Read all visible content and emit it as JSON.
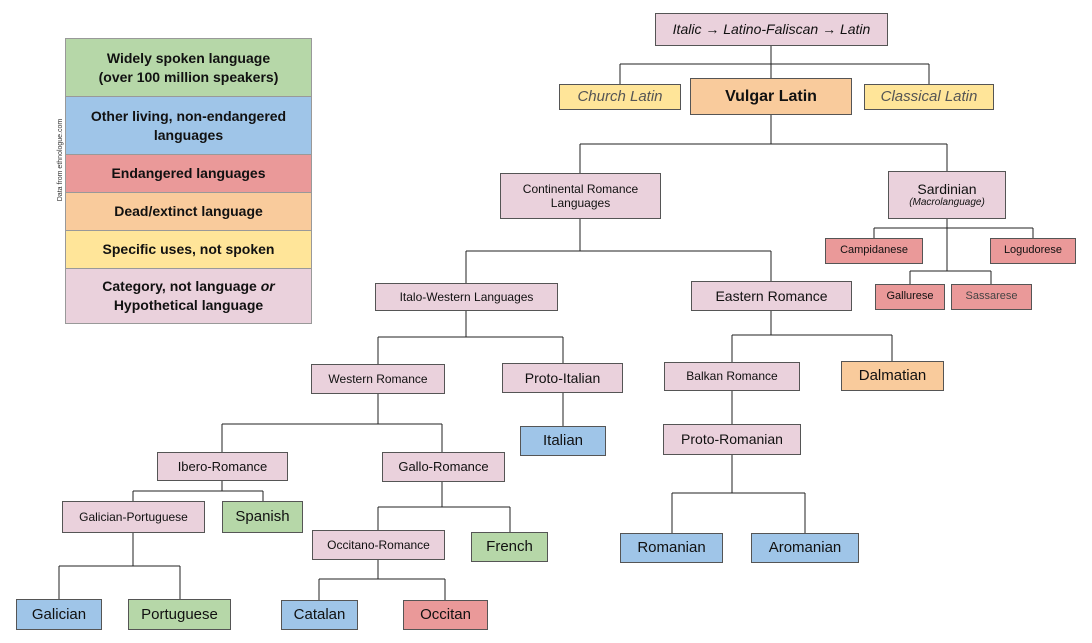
{
  "legend": {
    "wide": [
      "Widely spoken language",
      "(over 100 million speakers)"
    ],
    "living": [
      "Other living, non-endangered",
      "languages"
    ],
    "endangered": "Endangered languages",
    "dead": "Dead/extinct language",
    "specific": "Specific uses, not spoken",
    "category_a": "Category, not language ",
    "category_or": "or",
    "category_b": "Hypothetical language"
  },
  "source_note": "Data from ethnologue.com",
  "colors": {
    "widely_spoken": "#b6d7a8",
    "living": "#9fc5e8",
    "endangered": "#ea9999",
    "dead": "#f9cb9c",
    "specific_use": "#ffe599",
    "category": "#ead1dc"
  },
  "nodes": {
    "root": "Italic → Latino-Faliscan → Latin",
    "church_latin": "Church Latin",
    "vulgar_latin": "Vulgar Latin",
    "classical_latin": "Classical Latin",
    "continental_romance": [
      "Continental Romance",
      "Languages"
    ],
    "sardinian": "Sardinian",
    "sardinian_sub": "(Macrolanguage)",
    "campidanese": "Campidanese",
    "logudorese": "Logudorese",
    "gallurese": "Gallurese",
    "sassarese": "Sassarese",
    "italo_western": "Italo-Western Languages",
    "eastern_romance": "Eastern Romance",
    "western_romance": "Western Romance",
    "proto_italian": "Proto-Italian",
    "italian": "Italian",
    "balkan_romance": "Balkan Romance",
    "dalmatian": "Dalmatian",
    "proto_romanian": "Proto-Romanian",
    "romanian": "Romanian",
    "aromanian": "Aromanian",
    "ibero_romance": "Ibero-Romance",
    "gallo_romance": "Gallo-Romance",
    "galician_portuguese": "Galician-Portuguese",
    "spanish": "Spanish",
    "occitano_romance": "Occitano-Romance",
    "french": "French",
    "galician": "Galician",
    "portuguese": "Portuguese",
    "catalan": "Catalan",
    "occitan": "Occitan"
  }
}
